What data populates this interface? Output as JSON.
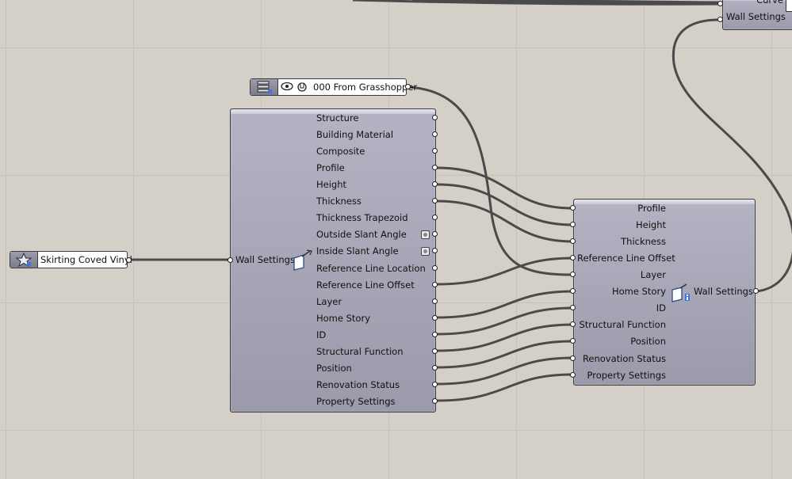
{
  "canvas": {
    "background": "#d4d0c8",
    "wire_color": "#4a4a4a"
  },
  "top_right_component": {
    "inputs": [
      "Curve",
      "Wall Settings"
    ]
  },
  "value_list_panel": {
    "icon": "wall-settings-star-icon",
    "value": "Skirting Coved Vinyl"
  },
  "layer_param": {
    "icon": "layer-stack-icon",
    "visibility_icon": "eye-icon",
    "lock_icon": "lock-icon",
    "value": "000 From Grasshopper"
  },
  "deconstruct_component": {
    "input_label": "Wall Settings",
    "icon": "wall-settings-deconstruct-icon",
    "outputs": [
      "Structure",
      "Building Material",
      "Composite",
      "Profile",
      "Height",
      "Thickness",
      "Thickness Trapezoid",
      "Outside Slant Angle",
      "Inside Slant Angle",
      "Reference Line Location",
      "Reference Line Offset",
      "Layer",
      "Home Story",
      "ID",
      "Structural Function",
      "Position",
      "Renovation Status",
      "Property Settings"
    ]
  },
  "modify_component": {
    "output_label": "Wall Settings",
    "icon": "wall-settings-modify-icon",
    "inputs": [
      "Profile",
      "Height",
      "Thickness",
      "Reference Line Offset",
      "Layer",
      "Home Story",
      "ID",
      "Structural Function",
      "Position",
      "Renovation Status",
      "Property Settings"
    ]
  }
}
